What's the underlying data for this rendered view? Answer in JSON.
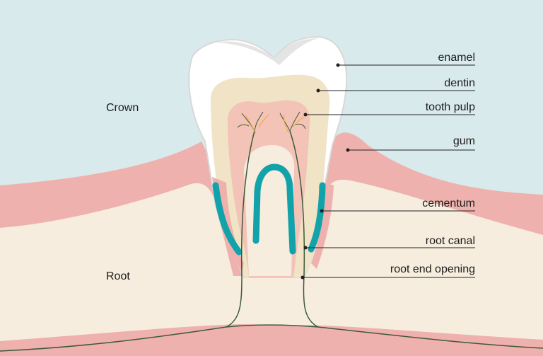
{
  "regions": {
    "crown": "Crown",
    "root": "Root"
  },
  "labels": {
    "enamel": "enamel",
    "dentin": "dentin",
    "tooth_pulp": "tooth pulp",
    "gum": "gum",
    "cementum": "cementum",
    "root_canal": "root canal",
    "root_end_opening": "root end opening"
  },
  "colors": {
    "background": "#d9eaec",
    "bone": "#f6edde",
    "gum": "#efb1ad",
    "enamel": "#ffffff",
    "dentin": "#f0e3c6",
    "pulp": "#f3c3b7",
    "cementum": "#11a2aa",
    "nerve": "#3d5a3a",
    "leader": "#222222"
  }
}
